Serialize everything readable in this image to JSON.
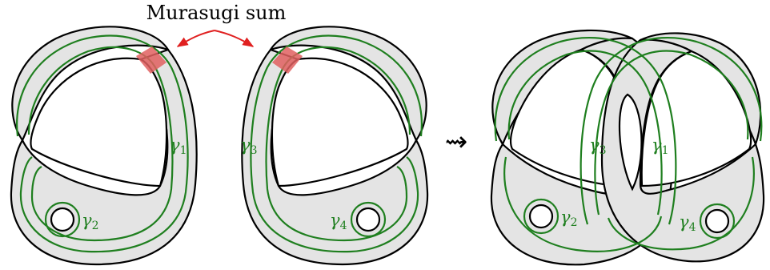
{
  "title": "Murasugi sum",
  "labels": {
    "g1": {
      "sym": "γ",
      "sub": "1"
    },
    "g2": {
      "sym": "γ",
      "sub": "2"
    },
    "g3": {
      "sym": "γ",
      "sub": "3"
    },
    "g4": {
      "sym": "γ",
      "sub": "4"
    },
    "g3_right": {
      "sym": "γ",
      "sub": "3"
    },
    "g1_right": {
      "sym": "γ",
      "sub": "1"
    },
    "g2_right": {
      "sym": "γ",
      "sub": "2"
    },
    "g4_right": {
      "sym": "γ",
      "sub": "4"
    }
  },
  "operator_symbol": "⇝",
  "colors": {
    "surface_fill": "#e4e4e4",
    "curve": "#1f7f1f",
    "plumbing_patch": "#e06060",
    "annotation_arrow": "#e02020",
    "outline": "#000000"
  }
}
